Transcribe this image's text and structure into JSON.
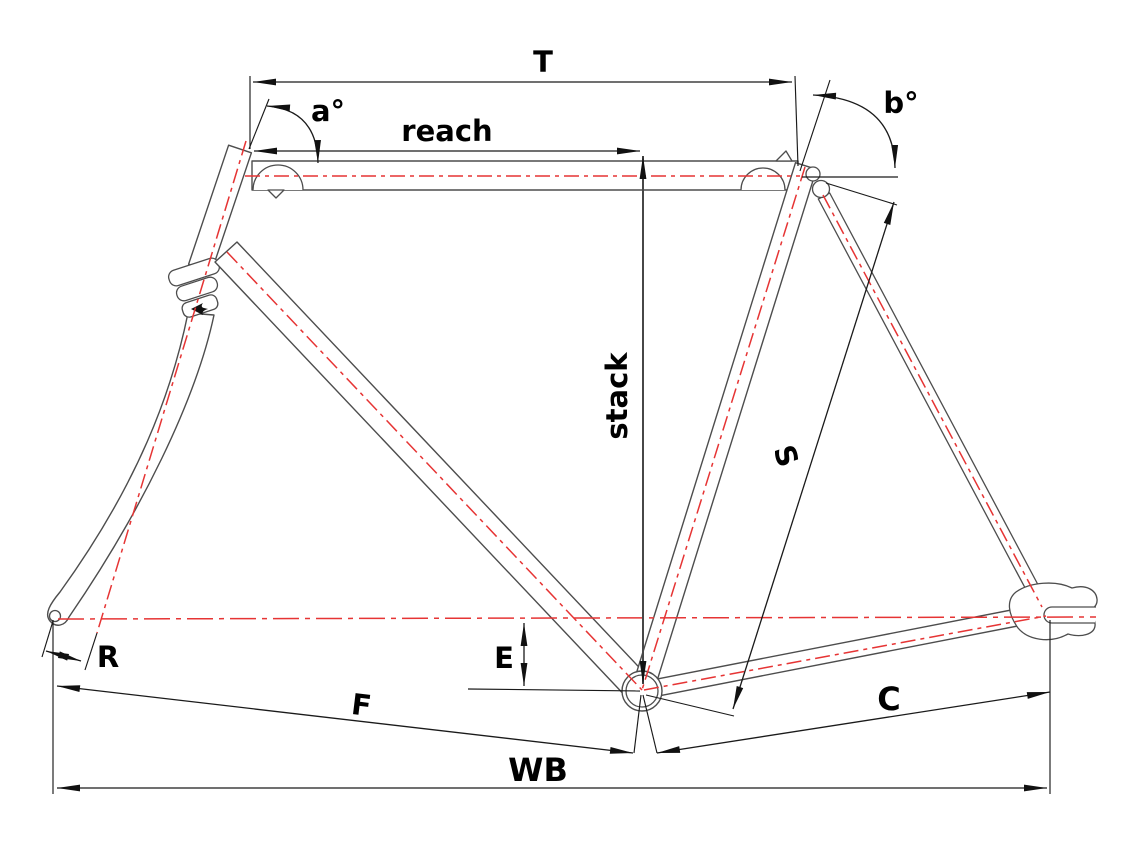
{
  "diagram": {
    "type": "bicycle-frame-geometry",
    "labels": {
      "top_tube": "T",
      "head_tube_angle": "a°",
      "seat_tube_angle": "b°",
      "reach": "reach",
      "stack": "stack",
      "seat_tube_length": "S",
      "bb_drop": "E",
      "fork_rake": "R",
      "front_center": "F",
      "chainstay_length": "C",
      "wheelbase": "WB"
    },
    "colors": {
      "centerline_red": "#e63434",
      "frame_outline_gray": "#4d4d4d",
      "dimension_black": "#1a1a1a",
      "background": "#ffffff"
    }
  }
}
